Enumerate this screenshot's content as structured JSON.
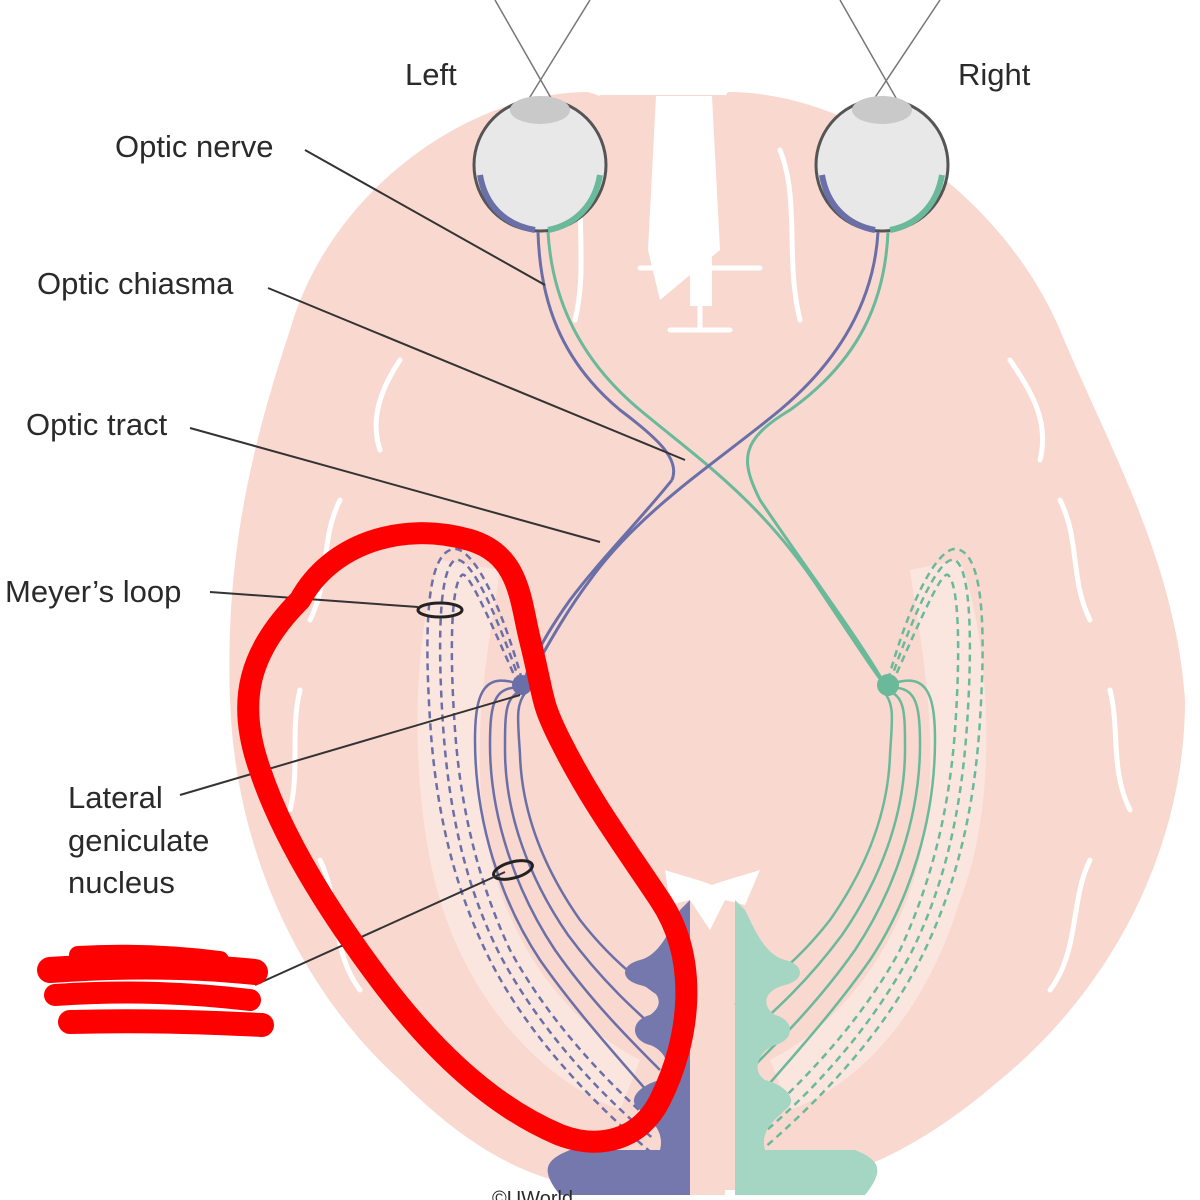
{
  "labels": {
    "left": "Left",
    "right": "Right",
    "optic_nerve": "Optic nerve",
    "optic_chiasma": "Optic chiasma",
    "optic_tract": "Optic tract",
    "meyers_loop": "Meyer’s loop",
    "lgn_line1": "Lateral",
    "lgn_line2": "geniculate",
    "lgn_line3": "nucleus",
    "credit": "©UWorld"
  },
  "colors": {
    "brain_fill": "#f9d8cf",
    "left_pathway": "#6b6fa8",
    "right_pathway": "#6ab99a",
    "annotation_red": "#ff0000"
  }
}
